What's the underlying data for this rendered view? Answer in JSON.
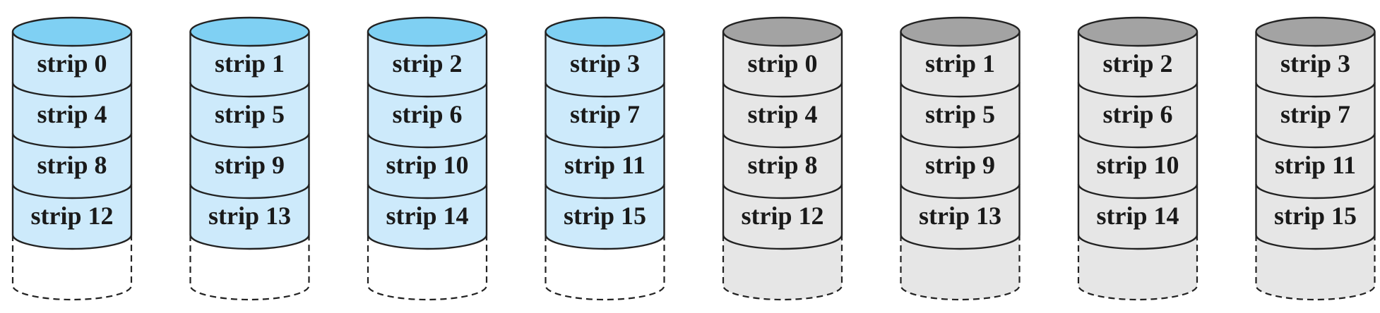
{
  "colors": {
    "primary_fill": "#cdeafb",
    "primary_top": "#7fd0f3",
    "mirror_fill": "#e6e6e6",
    "mirror_top": "#a3a3a3",
    "stroke": "#222222"
  },
  "groups": [
    {
      "role": "primary",
      "disks": [
        {
          "strips": [
            "strip 0",
            "strip 4",
            "strip 8",
            "strip 12"
          ]
        },
        {
          "strips": [
            "strip 1",
            "strip 5",
            "strip 9",
            "strip 13"
          ]
        },
        {
          "strips": [
            "strip 2",
            "strip 6",
            "strip 10",
            "strip 14"
          ]
        },
        {
          "strips": [
            "strip 3",
            "strip 7",
            "strip 11",
            "strip 15"
          ]
        }
      ]
    },
    {
      "role": "mirror",
      "disks": [
        {
          "strips": [
            "strip 0",
            "strip 4",
            "strip 8",
            "strip 12"
          ]
        },
        {
          "strips": [
            "strip 1",
            "strip 5",
            "strip 9",
            "strip 13"
          ]
        },
        {
          "strips": [
            "strip 2",
            "strip 6",
            "strip 10",
            "strip 14"
          ]
        },
        {
          "strips": [
            "strip 3",
            "strip 7",
            "strip 11",
            "strip 15"
          ]
        }
      ]
    }
  ]
}
